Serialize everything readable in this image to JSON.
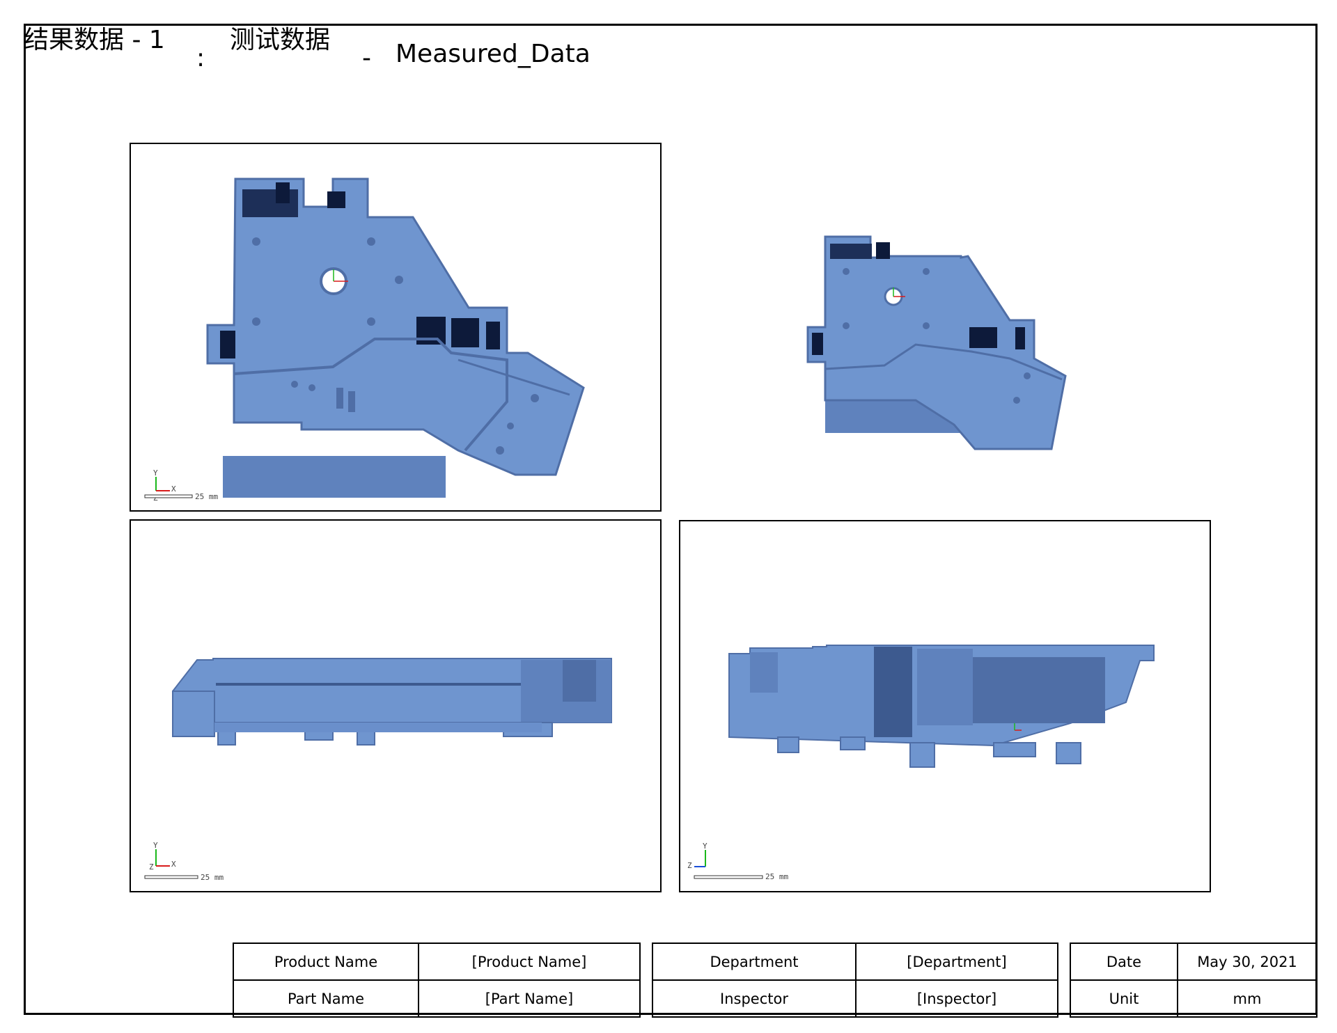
{
  "header": {
    "result": "结果数据 - 1",
    "colon": ":",
    "test": "测试数据",
    "dash": "-",
    "measured": "Measured_Data"
  },
  "colors": {
    "part_fill": "#6f95cf",
    "part_shadow": "#4f6ea6",
    "part_dark": "#0d1a3a",
    "axis_x": "#d81b1b",
    "axis_y": "#1bb81b",
    "axis_z": "#1b4fd8"
  },
  "views": {
    "v1": {
      "scale": "25 mm",
      "axes": [
        "Y",
        "X",
        "Z"
      ]
    },
    "v3": {
      "scale": "25 mm",
      "axes": [
        "Y",
        "X",
        "Z"
      ]
    },
    "v4": {
      "scale": "25 mm",
      "axes": [
        "Z",
        "Y"
      ]
    }
  },
  "info_table": {
    "product_name_label": "Product Name",
    "product_name_value": "[Product Name]",
    "part_name_label": "Part Name",
    "part_name_value": "[Part Name]",
    "department_label": "Department",
    "department_value": "[Department]",
    "inspector_label": "Inspector",
    "inspector_value": "[Inspector]",
    "date_label": "Date",
    "date_value": "May 30, 2021",
    "unit_label": "Unit",
    "unit_value": "mm"
  }
}
